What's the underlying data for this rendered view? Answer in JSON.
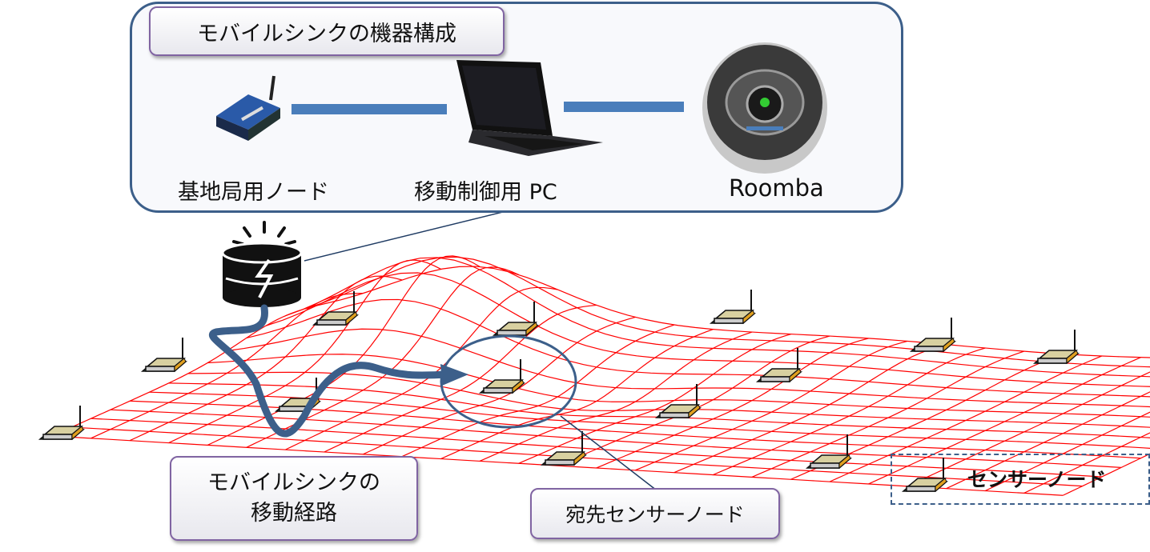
{
  "config": {
    "title": "モバイルシンクの機器構成",
    "devices": [
      {
        "label": "基地局用ノード",
        "icon": "sensor-board-icon"
      },
      {
        "label": "移動制御用 PC",
        "icon": "laptop-icon"
      },
      {
        "label": "Roomba",
        "icon": "roomba-icon"
      }
    ]
  },
  "route_label_line1": "モバイルシンクの",
  "route_label_line2": "移動経路",
  "destination_label": "宛先センサーノード",
  "legend": {
    "label": "センサーノード",
    "icon": "sensor-node-icon"
  },
  "colors": {
    "mesh": "#ff0000",
    "route": "#3c5f8a",
    "link": "#4a7ebb",
    "callout_border": "#8064a2"
  }
}
